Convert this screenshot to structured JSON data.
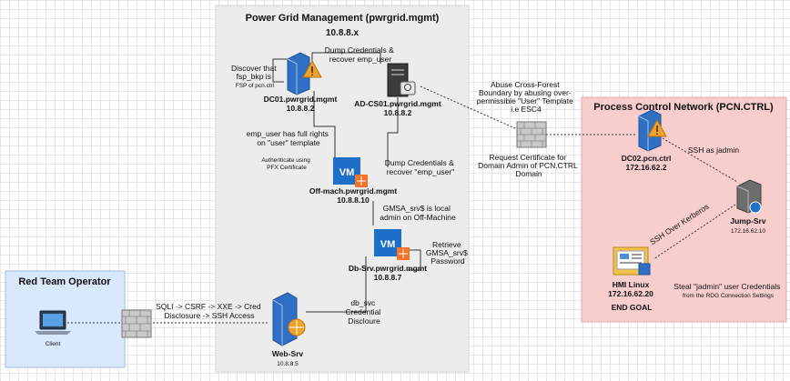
{
  "zones": {
    "pwrgrid": {
      "title": "Power Grid Management (pwrgrid.mgmt)",
      "subnet": "10.8.8.x"
    },
    "pcn": {
      "title": "Process Control Network (PCN.CTRL)"
    },
    "redteam": {
      "title": "Red Team Operator"
    }
  },
  "nodes": {
    "client": {
      "name": "Client"
    },
    "dc01": {
      "line1": "DC01.pwrgrid.mgmt",
      "line2": "10.8.8.2"
    },
    "adcs01": {
      "line1": "AD-CS01.pwrgrid.mgmt",
      "line2": "10.8.8.2"
    },
    "offmach": {
      "line1": "Off-mach.pwrgrid.mgmt",
      "line2": "10.8.8.10",
      "badge": "VM"
    },
    "dbsrv": {
      "line1": "Db-Srv.pwrgrid.mgmt",
      "line2": "10.8.8.7",
      "badge": "VM"
    },
    "websrv": {
      "line1": "Web-Srv",
      "line2": "10.8.8.5"
    },
    "dc02": {
      "line1": "DC02.pcn.ctrl",
      "line2": "172.16.62.2"
    },
    "jumpsrv": {
      "line1": "Jump-Srv",
      "line2": "172.16.62.10"
    },
    "hmi": {
      "line1": "HMI Linux",
      "line2": "172.16.62.20",
      "line3": "END GOAL"
    }
  },
  "annotations": {
    "dc01_note": [
      "Discover that",
      "fsp_bkp is",
      "FSP of pcn.ctrl"
    ],
    "dump_emp": [
      "Dump Credentials &",
      "recover emp_user"
    ],
    "emp_rights": [
      "emp_user has full rights",
      "on \"user\" template"
    ],
    "auth_pfx": [
      "Authenticate using",
      "PFX Certificate"
    ],
    "dump_emp2": [
      "Dump Credentials &",
      "recover \"emp_user\""
    ],
    "gmsa_local": [
      "GMSA_srv$ is local",
      "admin on Off-Machine"
    ],
    "retrieve_gmsa": [
      "Retrieve",
      "GMSA_srv$",
      "Password"
    ],
    "db_svc": [
      "db_svc",
      "Credential",
      "Discloure"
    ],
    "sqli": [
      "SQLI -> CSRF -> XXE -> Cred",
      "Disclosure -> SSH Access"
    ],
    "abuse": [
      "Abuse Cross-Forest",
      "Boundary by abusing over-",
      "permissible \"User\" Template",
      "i.e  ESC4"
    ],
    "request_cert": [
      "Request Certificate for",
      "Domain Admin of PCN.CTRL",
      "Domain"
    ],
    "ssh_jadmin": [
      "SSH as jadmin"
    ],
    "ssh_kerberos": [
      "SSH Over Kerberos"
    ],
    "steal": [
      "Steal \"jadmin\" user Credentials",
      "from the RDG Connection Settings"
    ]
  },
  "colors": {
    "pwrgrid_fill": "#ececec",
    "pcn_fill": "#f8cecc",
    "pcn_stroke": "#e6a9a6",
    "redteam_fill": "#dae8fc",
    "redteam_stroke": "#9fbde6",
    "vm_blue": "#1e6fc8",
    "win_orange": "#f4742b"
  }
}
